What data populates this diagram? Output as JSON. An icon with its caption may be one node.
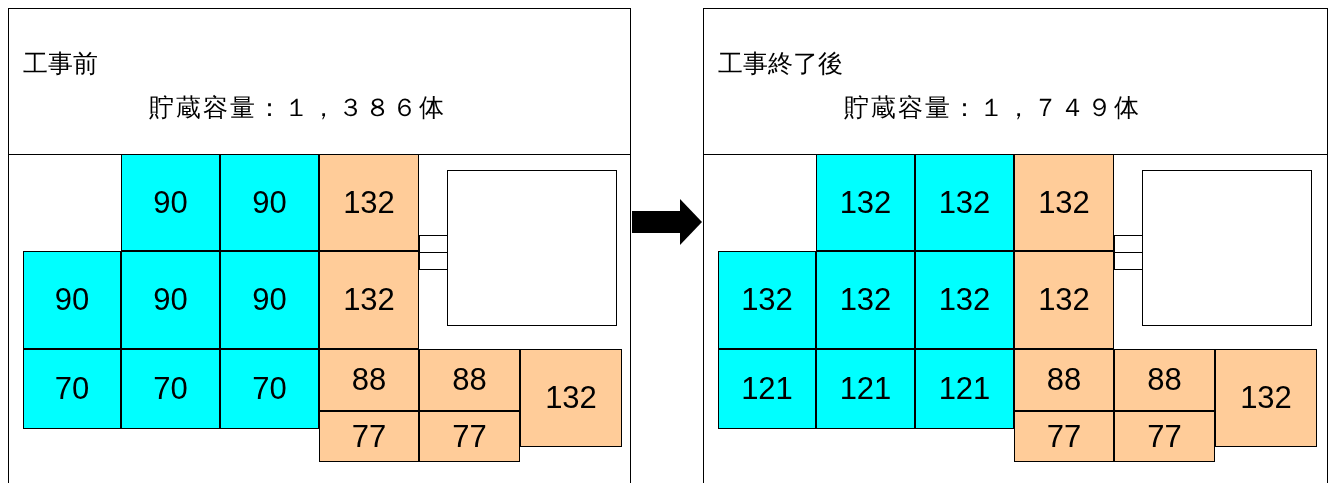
{
  "diagram": {
    "nodes": [
      {
        "text": [
          "工事前",
          "貯蔵容量：１，３８６体"
        ]
      },
      {
        "text": [
          "90"
        ],
        "in": 0
      },
      {
        "text": [
          "90"
        ],
        "in": 0
      },
      {
        "text": [
          "132"
        ],
        "in": 0
      },
      {
        "text": [
          "90"
        ],
        "in": 0
      },
      {
        "text": [
          "90"
        ],
        "in": 0
      },
      {
        "text": [
          "90"
        ],
        "in": 0
      },
      {
        "text": [
          "132"
        ],
        "in": 0
      },
      {
        "text": [
          "70"
        ],
        "in": 0
      },
      {
        "text": [
          "70"
        ],
        "in": 0
      },
      {
        "text": [
          "70"
        ],
        "in": 0
      },
      {
        "text": [
          "88"
        ],
        "in": 0
      },
      {
        "text": [
          "88"
        ],
        "in": 0
      },
      {
        "text": [
          "132"
        ],
        "in": 0
      },
      {
        "text": [
          "77"
        ],
        "in": 0
      },
      {
        "text": [
          "77"
        ],
        "in": 0
      },
      {
        "text": [],
        "shape": "box",
        "in": 0
      },
      {
        "text": [
          "工事終了後",
          "貯蔵容量：１，７４９体"
        ]
      },
      {
        "text": [
          "132"
        ],
        "in": 17
      },
      {
        "text": [
          "132"
        ],
        "in": 17
      },
      {
        "text": [
          "132"
        ],
        "in": 17
      },
      {
        "text": [
          "132"
        ],
        "in": 17
      },
      {
        "text": [
          "132"
        ],
        "in": 17
      },
      {
        "text": [
          "132"
        ],
        "in": 17
      },
      {
        "text": [
          "132"
        ],
        "in": 17
      },
      {
        "text": [
          "121"
        ],
        "in": 17
      },
      {
        "text": [
          "121"
        ],
        "in": 17
      },
      {
        "text": [
          "121"
        ],
        "in": 17
      },
      {
        "text": [
          "88"
        ],
        "in": 17
      },
      {
        "text": [
          "88"
        ],
        "in": 17
      },
      {
        "text": [
          "132"
        ],
        "in": 17
      },
      {
        "text": [
          "77"
        ],
        "in": 17
      },
      {
        "text": [
          "77"
        ],
        "in": 17
      },
      {
        "text": [],
        "shape": "box",
        "in": 17
      }
    ],
    "edges": [
      {
        "from": 0,
        "to": 17,
        "arrow": "to"
      }
    ]
  }
}
